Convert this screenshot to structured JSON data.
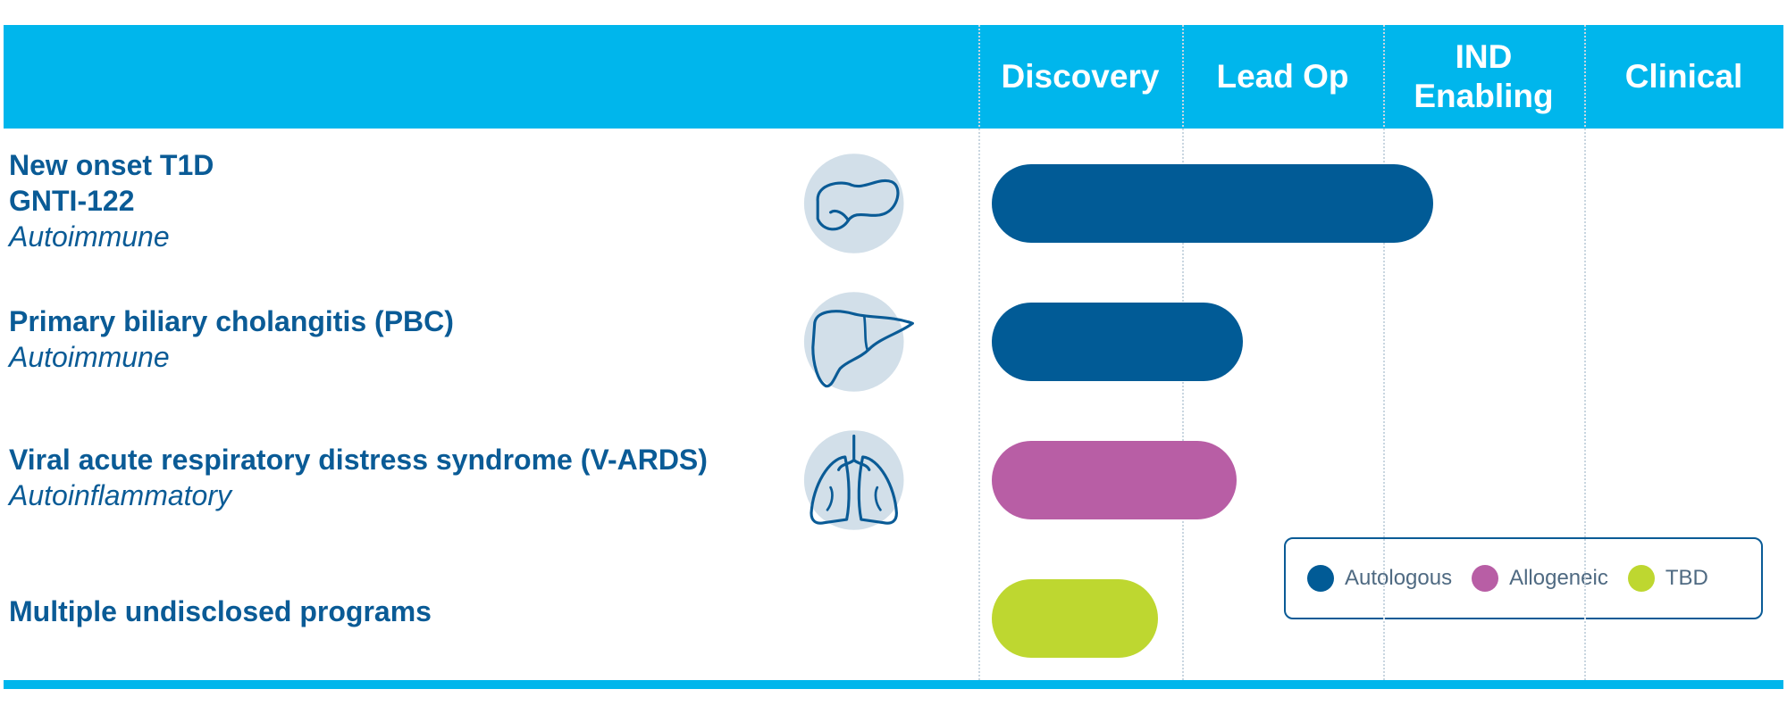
{
  "colors": {
    "header": "#00b6ec",
    "text": "#0a5b96",
    "autologous": "#015b96",
    "allogeneic": "#b85ea5",
    "tbd": "#bed730",
    "icon_circle": "#d2dfe9",
    "icon_stroke": "#0a5b96"
  },
  "chart_data": {
    "type": "bar",
    "orientation": "horizontal",
    "stages": [
      "Discovery",
      "Lead Op",
      "IND\nEnabling",
      "Clinical"
    ],
    "grid": true,
    "legend_placement": "bottom-right",
    "legend": [
      {
        "name": "Autologous",
        "color": "#015b96"
      },
      {
        "name": "Allogeneic",
        "color": "#b85ea5"
      },
      {
        "name": "TBD",
        "color": "#bed730"
      }
    ],
    "programs": [
      {
        "lines": [
          "New onset T1D",
          "GNTI-122"
        ],
        "category": "Autoimmune",
        "icon": "pancreas-icon",
        "progress": 2.25,
        "type": "Autologous"
      },
      {
        "lines": [
          "Primary biliary cholangitis (PBC)"
        ],
        "category": "Autoimmune",
        "icon": "liver-icon",
        "progress": 1.3,
        "type": "Autologous"
      },
      {
        "lines": [
          "Viral acute respiratory distress syndrome (V-ARDS)"
        ],
        "category": "Autoinflammatory",
        "icon": "lungs-icon",
        "progress": 1.27,
        "type": "Allogeneic"
      },
      {
        "lines": [
          "Multiple undisclosed programs"
        ],
        "category": "",
        "icon": "",
        "progress": 0.88,
        "type": "TBD"
      }
    ]
  }
}
